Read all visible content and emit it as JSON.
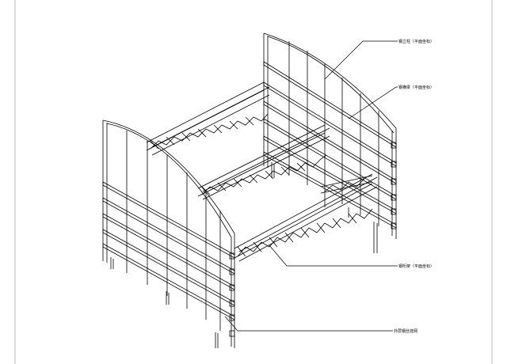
{
  "diagram": {
    "callouts": [
      {
        "id": "top-right",
        "text": "钢立柱（平面坐标）"
      },
      {
        "id": "right-mid",
        "text": "钢横梁（平面坐标）"
      },
      {
        "id": "lower-right",
        "text": "钢桁架（平面坐标）"
      },
      {
        "id": "bottom",
        "text": "外层钢丝挂网"
      }
    ],
    "colors": {
      "line": "#000000",
      "background": "#ffffff",
      "frame": "#dcdcdc"
    }
  }
}
